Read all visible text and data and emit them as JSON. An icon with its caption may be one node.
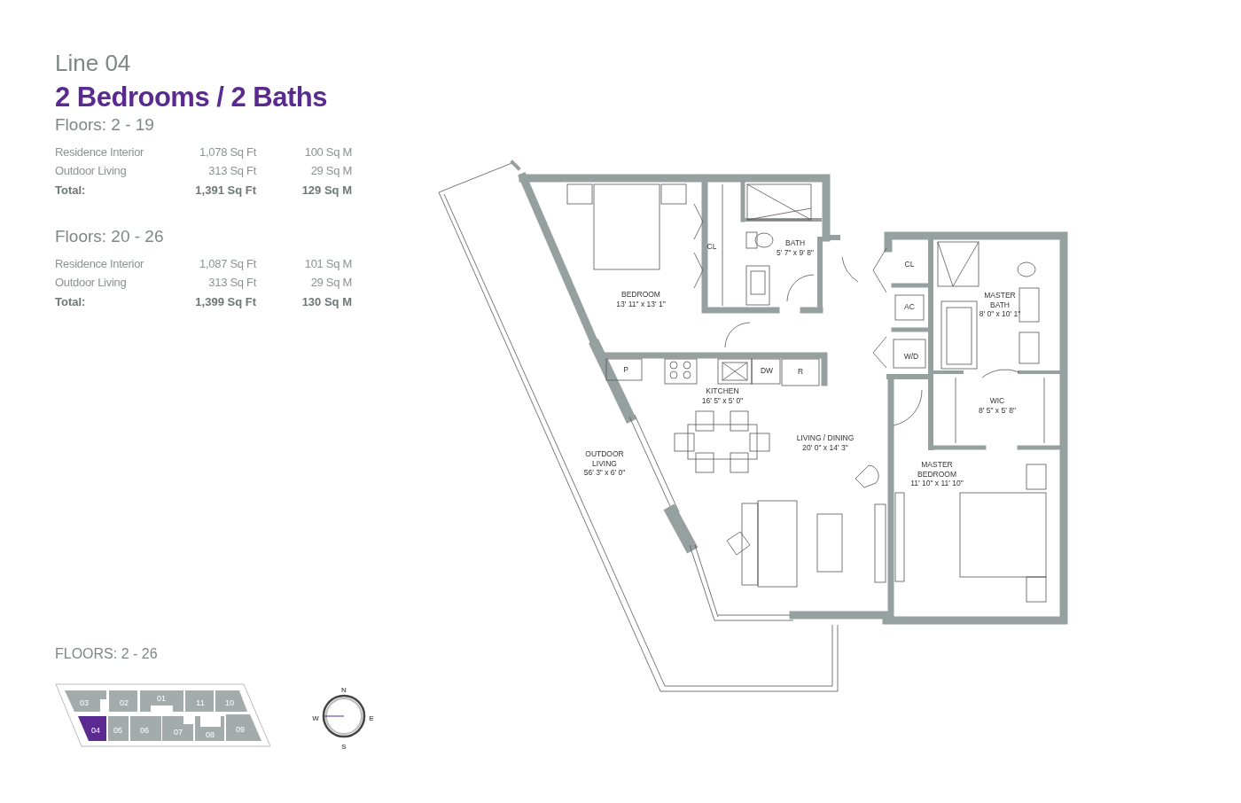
{
  "diagram": {
    "title": "Line 04",
    "nodes": [
      {
        "text": [
          "BEDROOM",
          "13' 11\" x 13' 1\""
        ]
      },
      {
        "text": [
          "CL"
        ]
      },
      {
        "text": [
          "BATH",
          "5' 7\" x 9' 8\""
        ]
      },
      {
        "text": [
          "CL"
        ]
      },
      {
        "text": [
          "MASTER BATH",
          "8' 0\" x 10' 1\""
        ]
      },
      {
        "text": [
          "AC"
        ]
      },
      {
        "text": [
          "W/D"
        ]
      },
      {
        "text": [
          "P"
        ]
      },
      {
        "text": [
          "DW"
        ]
      },
      {
        "text": [
          "R"
        ]
      },
      {
        "text": [
          "KITCHEN",
          "16' 5\" x 5' 0\""
        ]
      },
      {
        "text": [
          "WIC",
          "8' 5\" x 5' 8\""
        ]
      },
      {
        "text": [
          "LIVING / DINING",
          "20' 0\" x 14' 3\""
        ]
      },
      {
        "text": [
          "OUTDOOR LIVING",
          "56' 3\" x 6' 0\""
        ]
      },
      {
        "text": [
          "MASTER BEDROOM",
          "11' 10\" x 11' 10\""
        ]
      }
    ],
    "labels": [
      "2 Bedrooms / 2 Baths",
      "Floors: 2 - 19",
      "Residence Interior",
      "1,078 Sq Ft",
      "100 Sq M",
      "Outdoor Living",
      "313 Sq Ft",
      "29 Sq M",
      "Total:",
      "1,391 Sq Ft",
      "129 Sq M",
      "Floors: 20 - 26",
      "Residence Interior",
      "1,087 Sq Ft",
      "101 Sq M",
      "Outdoor Living",
      "313 Sq Ft",
      "29 Sq M",
      "Total:",
      "1,399 Sq Ft",
      "130 Sq M",
      "FLOORS: 2 - 26",
      "03",
      "02",
      "01",
      "11",
      "10",
      "04",
      "05",
      "06",
      "07",
      "08",
      "09",
      "N",
      "W",
      "E",
      "S"
    ]
  }
}
